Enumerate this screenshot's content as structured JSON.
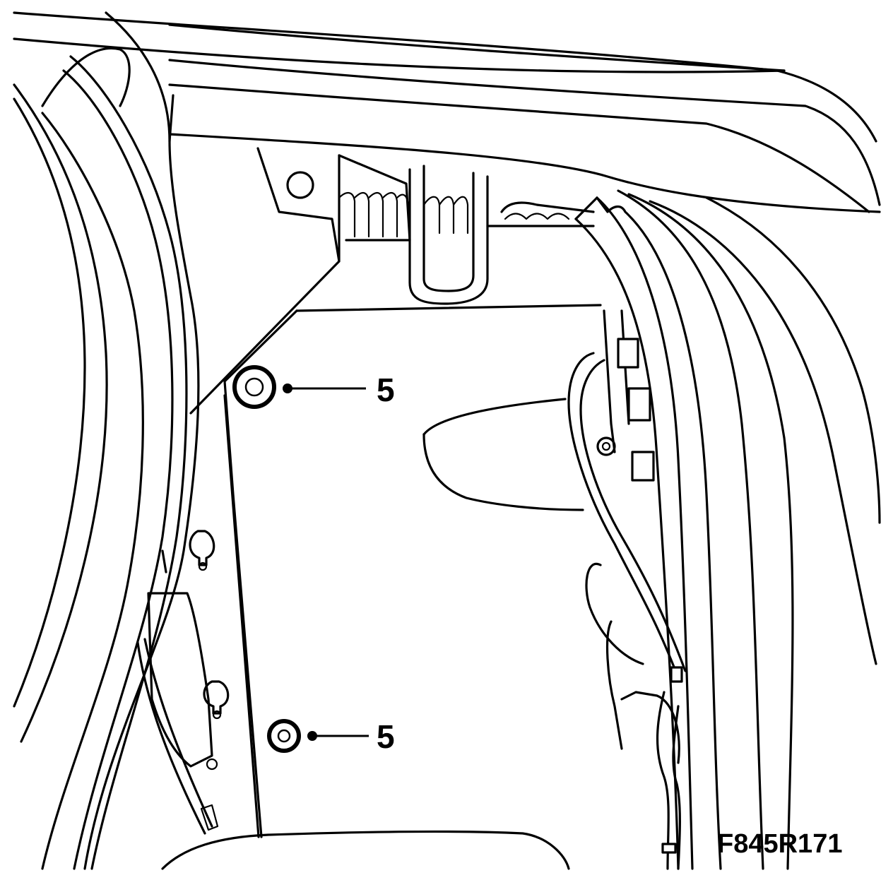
{
  "callouts": [
    {
      "label": "5",
      "target": "upper-fastener"
    },
    {
      "label": "5",
      "target": "lower-fastener"
    }
  ],
  "figure_code": "F845R171",
  "colors": {
    "line": "#000000",
    "background": "#ffffff"
  }
}
